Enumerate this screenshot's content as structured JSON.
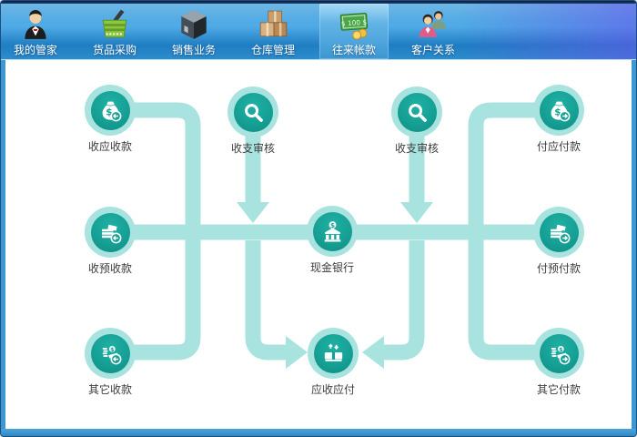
{
  "toolbar": {
    "tabs": [
      {
        "label": "我的管家",
        "icon": "manager-person-icon",
        "selected": false
      },
      {
        "label": "货品采购",
        "icon": "purchase-basket-icon",
        "selected": false
      },
      {
        "label": "销售业务",
        "icon": "sales-cube-icon",
        "selected": false
      },
      {
        "label": "仓库管理",
        "icon": "warehouse-boxes-icon",
        "selected": false
      },
      {
        "label": "往来帐款",
        "icon": "accounts-banknote-icon",
        "selected": true,
        "icon_text": "$ 100 $"
      },
      {
        "label": "客户关系",
        "icon": "customers-people-icon",
        "selected": false
      }
    ]
  },
  "flow": {
    "nodes": [
      {
        "id": "receive-receivable",
        "label": "收应收款",
        "icon": "money-bag-receive-icon"
      },
      {
        "id": "audit-left",
        "label": "收支审核",
        "icon": "magnifier-icon"
      },
      {
        "id": "audit-right",
        "label": "收支审核",
        "icon": "magnifier-icon"
      },
      {
        "id": "pay-payable",
        "label": "付应付款",
        "icon": "money-bag-pay-icon"
      },
      {
        "id": "receive-advance",
        "label": "收预收款",
        "icon": "banknotes-receive-icon"
      },
      {
        "id": "cash-bank",
        "label": "现金银行",
        "icon": "bank-icon"
      },
      {
        "id": "pay-advance",
        "label": "付预付款",
        "icon": "banknotes-pay-icon"
      },
      {
        "id": "other-receipts",
        "label": "其它收款",
        "icon": "coins-receive-icon"
      },
      {
        "id": "receivable-payable",
        "label": "应收应付",
        "icon": "cash-transfer-icon"
      },
      {
        "id": "other-payments",
        "label": "其它付款",
        "icon": "coins-pay-icon"
      }
    ]
  },
  "colors": {
    "node_teal": "#16a095",
    "node_ring": "#a9e3df",
    "flow_line": "#a9e3df",
    "toolbar_blue": "#2d8ccc",
    "selected_tab_highlight": "#a5daf6",
    "window_border": "#3b98d4",
    "label_text": "#3d3d3d"
  }
}
